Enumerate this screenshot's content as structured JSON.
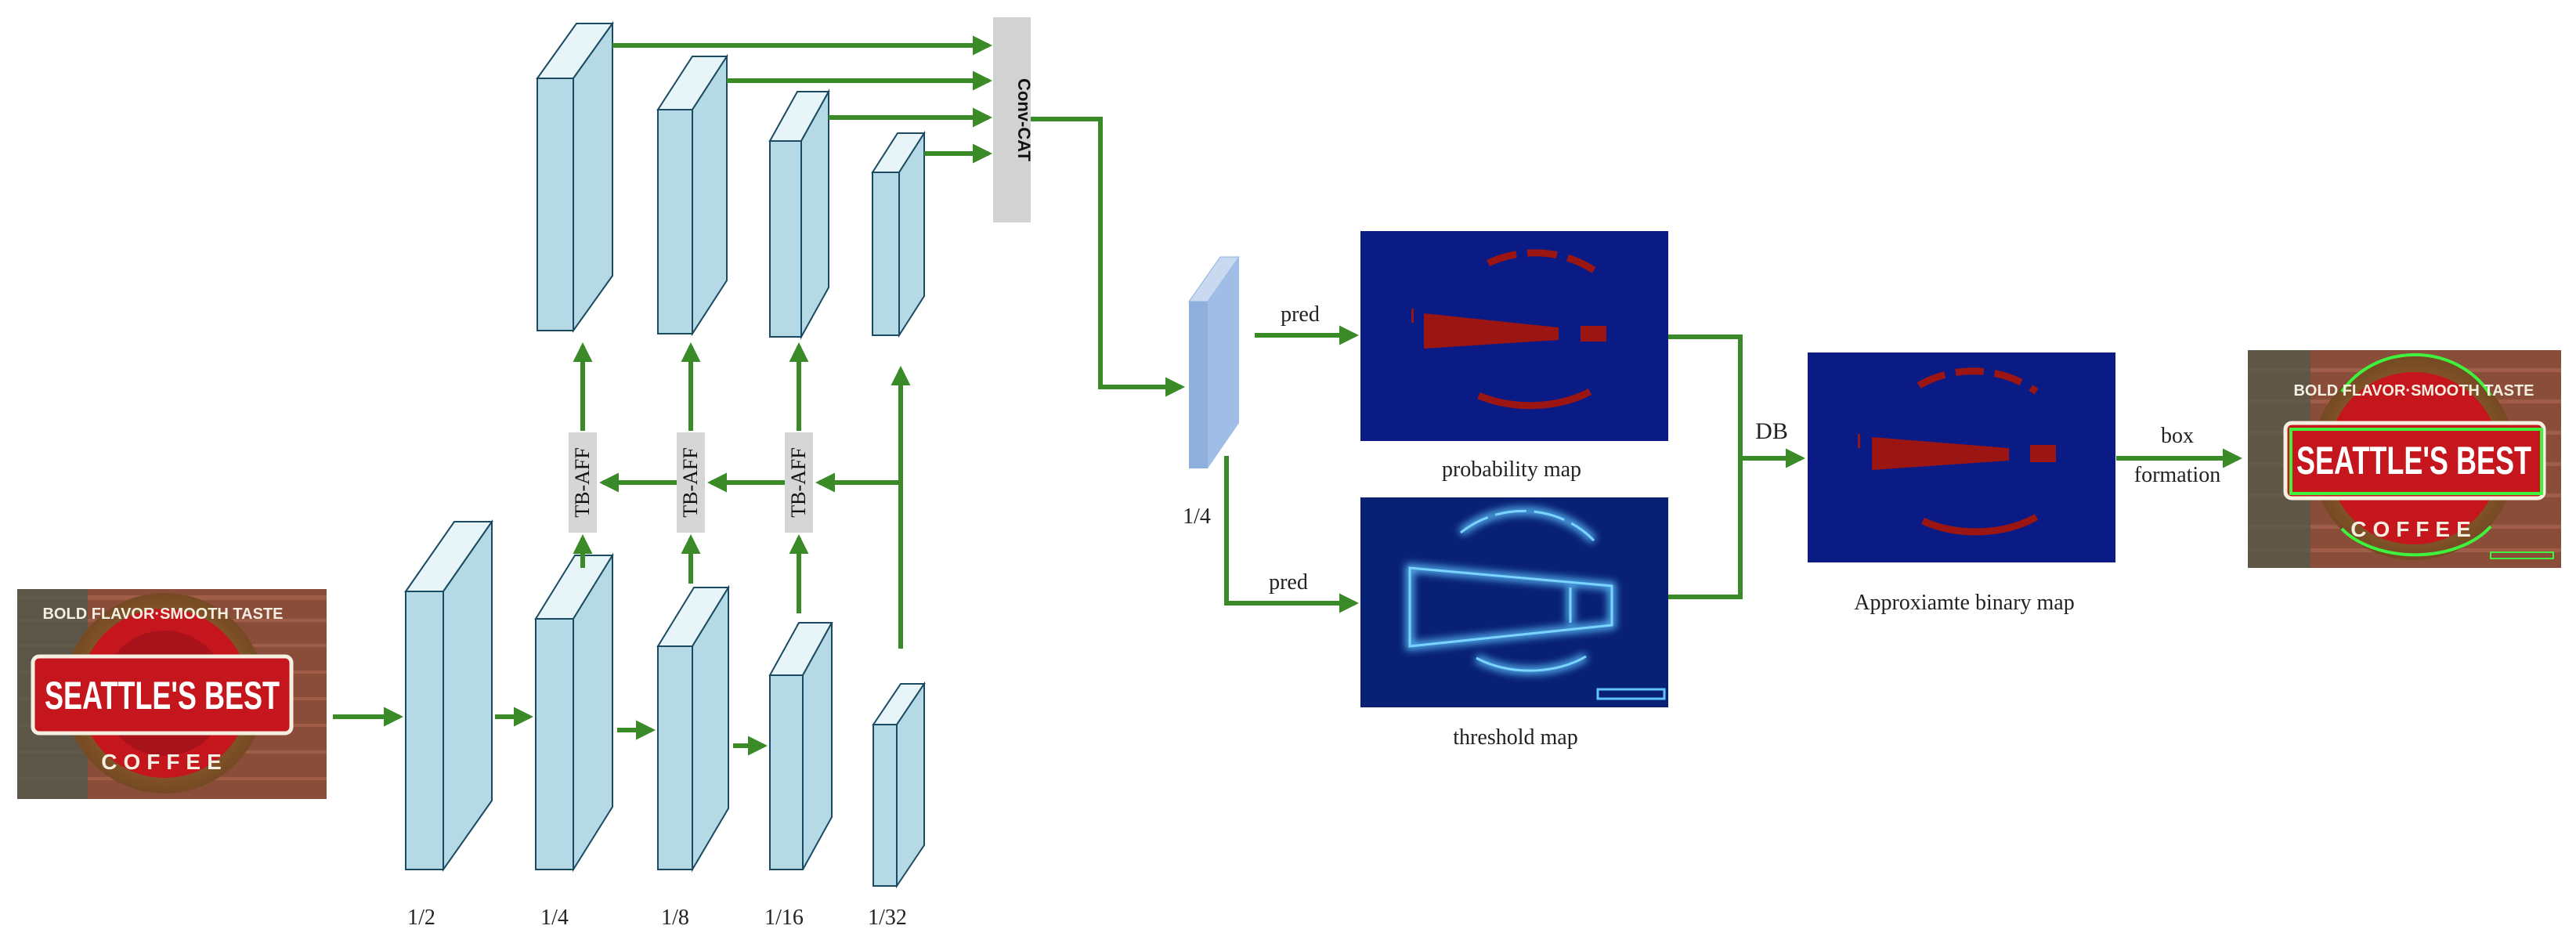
{
  "scales": {
    "bottom": [
      "1/2",
      "1/4",
      "1/8",
      "1/16",
      "1/32"
    ],
    "feature": "1/4"
  },
  "modules": {
    "fusion": [
      "TB-AFF",
      "TB-AFF",
      "TB-AFF"
    ],
    "concat": "Conv-CAT"
  },
  "labels": {
    "pred_top": "pred",
    "pred_bottom": "pred",
    "probability_map": "probability map",
    "threshold_map": "threshold map",
    "db": "DB",
    "binary_map": "Approxiamte binary map",
    "box_line1": "box",
    "box_line2": "formation"
  },
  "images": {
    "sign_line1": "BOLD FLAVOR·SMOOTH TASTE",
    "sign_main": "SEATTLE'S BEST",
    "sign_bottom": "COFFEE"
  },
  "colors": {
    "arrow": "#3a8a28",
    "block": "#b6d9e6",
    "feature": "#8fb0dc",
    "map_bg": "#0a1b86",
    "map_mark": "#9b1512",
    "threshold_bg": "#0b2a86",
    "threshold_glow": "#5fc4ff",
    "module_box": "#d6d6d6"
  }
}
